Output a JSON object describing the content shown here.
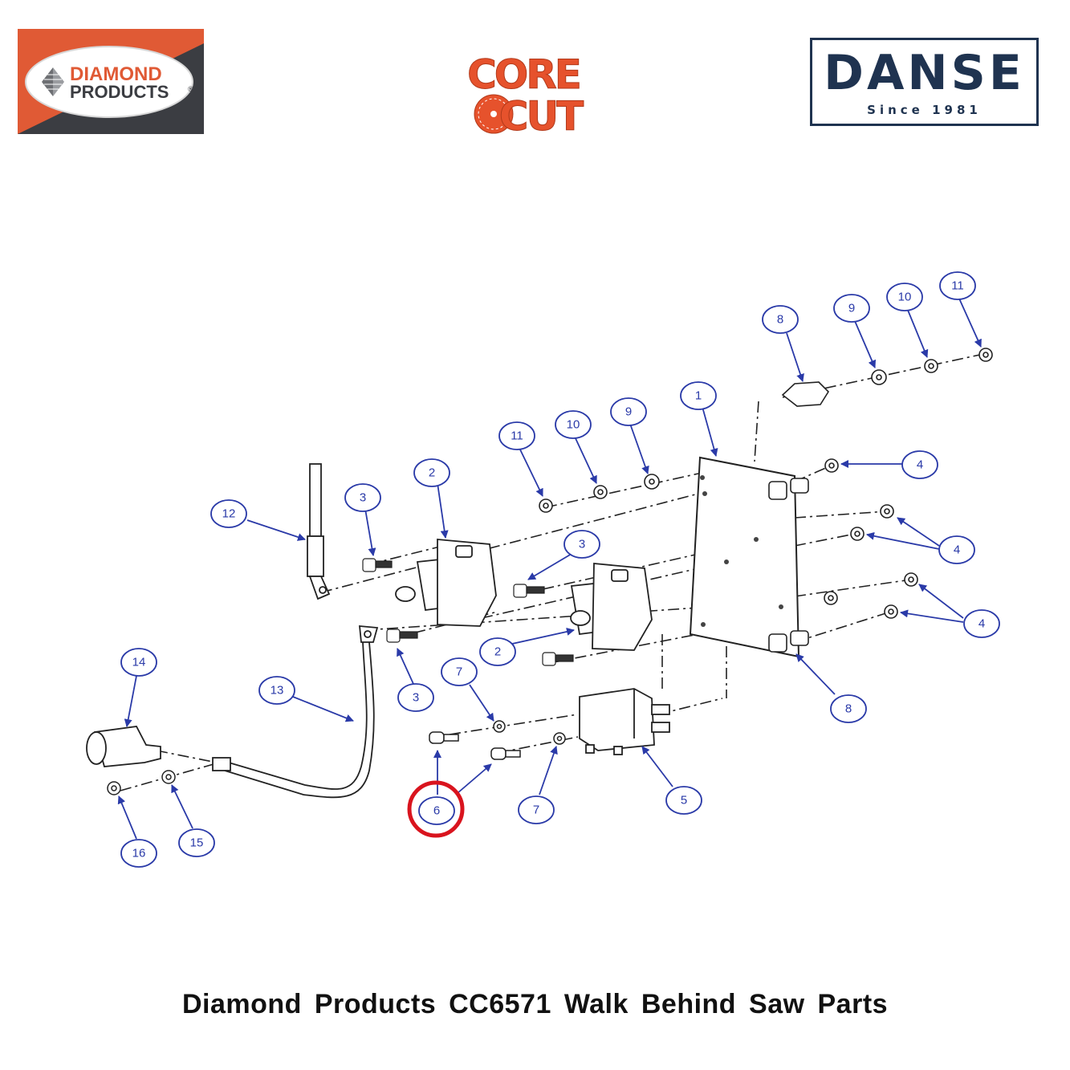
{
  "logos": {
    "diamond_products": {
      "line1": "DIAMOND",
      "line2": "PRODUCTS",
      "mark": "®",
      "colors": {
        "orange": "#e05a35",
        "charcoal": "#3b3d42"
      }
    },
    "core_cut": {
      "line1": "CORE",
      "line2": "CUT",
      "colors": {
        "orange": "#e6522c"
      }
    },
    "danse": {
      "word": "DANSE",
      "tagline": "Since 1981",
      "colors": {
        "navy": "#1f3350"
      }
    }
  },
  "diagram": {
    "callout_color": "#2a3aa8",
    "highlight_color": "#d9141e",
    "highlighted_part": "6",
    "callouts": [
      "1",
      "2",
      "2",
      "3",
      "3",
      "3",
      "4",
      "4",
      "4",
      "5",
      "6",
      "7",
      "7",
      "8",
      "8",
      "9",
      "9",
      "10",
      "10",
      "11",
      "11",
      "12",
      "13",
      "14",
      "15",
      "16"
    ]
  },
  "caption": "Diamond Products CC6571 Walk Behind Saw Parts"
}
